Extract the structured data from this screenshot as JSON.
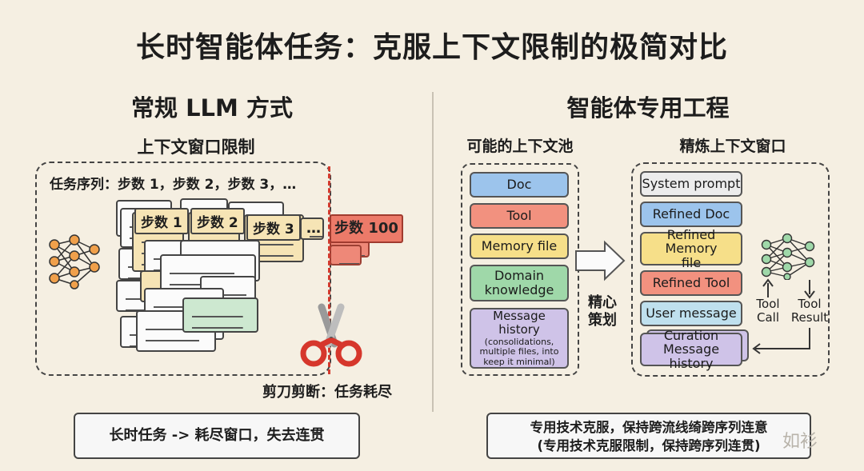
{
  "title": "长时智能体任务：克服上下文限制的极简对比",
  "left": {
    "heading": "常规 LLM 方式",
    "subheading": "上下文窗口限制",
    "task_sequence": "任务序列：步数 1，步数 2，步数 3，…",
    "steps": [
      "步数 1",
      "步数 2",
      "步数 3",
      "…"
    ],
    "final_step": "步数 100",
    "cut_caption": "剪刀剪断：任务耗尽",
    "summary": "长时任务 -> 耗尽窗口，失去连贯"
  },
  "right": {
    "heading": "智能体专用工程",
    "pool_title": "可能的上下文池",
    "pool_items": [
      "Doc",
      "Tool",
      "Memory file",
      "Domain knowledge",
      "Message history",
      "(consolidations, multiple files, into keep it minimal)"
    ],
    "arrow_label": "精心策划",
    "window_title": "精炼上下文窗口",
    "window_items": [
      "System prompt",
      "Refined Doc",
      "Refined Memory file",
      "Refined Tool",
      "User message",
      "Curation Message history"
    ],
    "tool_call": "Tool Call",
    "tool_result": "Tool Result",
    "summary_line1": "专用技术克服，保持跨流线绮跨序列连意",
    "summary_line2": "(专用技术克服限制，保持跨序列连贯)"
  },
  "watermark": "如衫",
  "colors": {
    "background": "#f5efe2",
    "cut_line": "#d23a2e",
    "step_red": "#ec7a69",
    "blue": "#9cc4ec",
    "red": "#f2917f",
    "yellow": "#f6df89",
    "green": "#9fd8a9",
    "purple": "#cfc3e8",
    "light_blue": "#bfe0ee",
    "neuron": "#f0a04b"
  },
  "icons": [
    "neural-network-icon",
    "scissors-icon",
    "arrow-right-icon",
    "neural-network-icon-right"
  ]
}
